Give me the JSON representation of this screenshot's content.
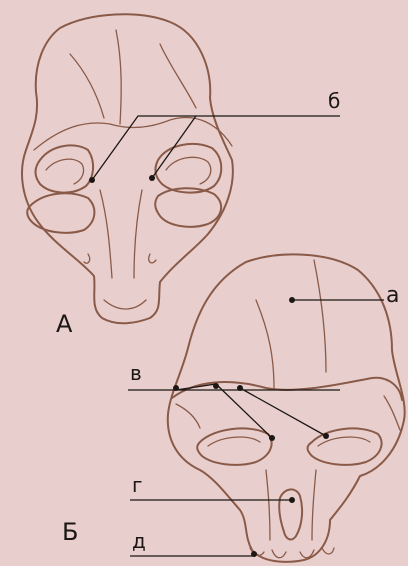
{
  "figure": {
    "skull_a": {
      "letter": "А"
    },
    "skull_b": {
      "letter": "Б"
    },
    "labels": {
      "a": "а",
      "b": "б",
      "v": "в",
      "g": "г",
      "d": "д"
    }
  }
}
